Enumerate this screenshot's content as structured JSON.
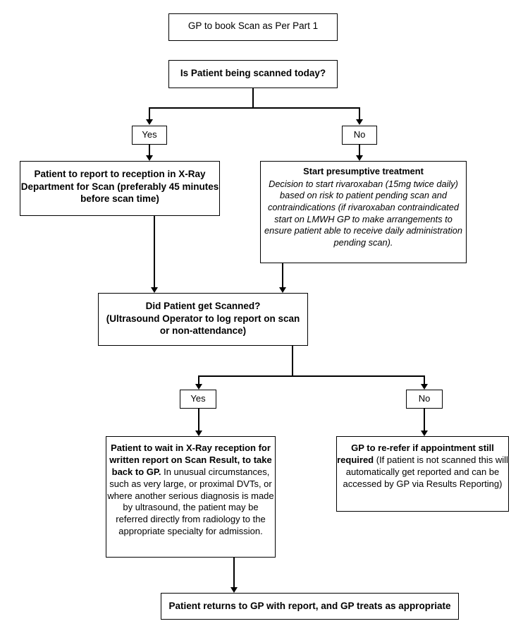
{
  "diagram": {
    "title": "GP DVT scan pathway flowchart",
    "stroke_color": "#000000",
    "background_color": "#ffffff",
    "nodes": {
      "book_scan": {
        "text": "GP to book Scan as Per Part 1"
      },
      "scanned_today": {
        "text": "Is Patient being scanned today?"
      },
      "branch1_yes": {
        "text": "Yes"
      },
      "branch1_no": {
        "text": "No"
      },
      "report_reception": {
        "text": "Patient to report to reception in X-Ray Department for Scan (preferably 45 minutes before scan time)"
      },
      "presumptive_treatment": {
        "heading": "Start presumptive treatment",
        "body": "Decision to start rivaroxaban (15mg twice daily) based on risk to patient pending scan and contraindications (if rivaroxaban contraindicated start on LMWH GP to make arrangements to ensure patient able to receive daily administration pending scan)."
      },
      "did_get_scanned": {
        "text": "Did Patient get Scanned?\n(Ultrasound Operator to log report on scan\nor non-attendance)"
      },
      "branch2_yes": {
        "text": "Yes"
      },
      "branch2_no": {
        "text": "No"
      },
      "patient_wait": {
        "heading": "Patient to wait in X-Ray reception for written report on Scan Result, to take back to GP.",
        "body": " In unusual circumstances, such as very large, or proximal DVTs, or where another serious diagnosis is made by ultrasound, the patient may be referred directly from radiology to the appropriate specialty for admission."
      },
      "gp_rerefer": {
        "heading": "GP to re-refer if appointment still required",
        "body": " (If patient is not scanned this will automatically get reported and can be accessed by GP via Results Reporting)"
      },
      "patient_returns": {
        "text": "Patient returns to GP with report, and GP treats as appropriate"
      }
    }
  }
}
